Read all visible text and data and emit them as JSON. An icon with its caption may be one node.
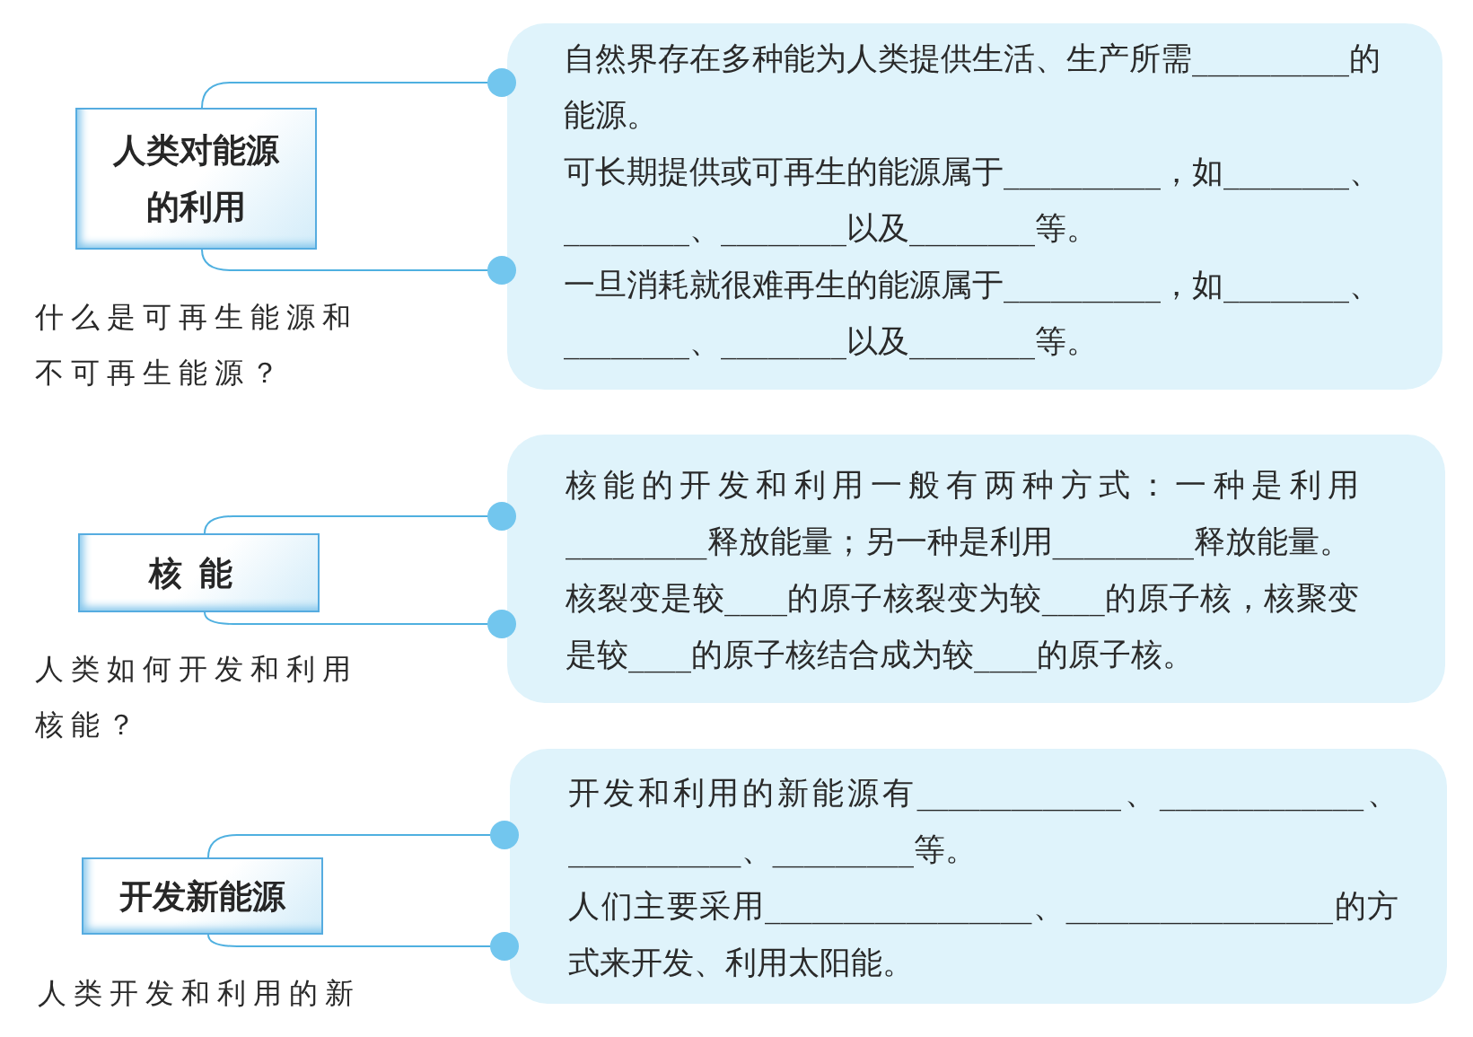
{
  "diagram": {
    "nodes": [
      {
        "text": [
          "人类对能源的利用"
        ],
        "beside": [
          "什么是可再生能源和不可再生能源？"
        ]
      },
      {
        "text": [
          "自然界存在多种能为人类提供生活、生产所需__________的能源。",
          "可长期提供或可再生的能源属于__________，如________、________、________以及________等。",
          "一旦消耗就很难再生的能源属于__________，如________、________、________以及________等。"
        ]
      },
      {
        "text": [
          "核能"
        ],
        "beside": [
          "人类如何开发和利用核能？"
        ]
      },
      {
        "text": [
          "核能的开发和利用一般有两种方式：一种是利用_________释放能量；另一种是利用_________释放能量。",
          "核裂变是较____的原子核裂变为较____的原子核，核聚变是较____的原子核结合成为较____的原子核。"
        ]
      },
      {
        "text": [
          "开发新能源"
        ],
        "beside": [
          "人类开发和利用的新"
        ]
      },
      {
        "text": [
          "开发和利用的新能源有_____________、_____________、___________、_________等。",
          "人们主要采用_________________、_________________的方式来开发、利用太阳能。"
        ]
      }
    ],
    "edges": [
      {
        "from": 0,
        "to": 1,
        "arrow": "other"
      },
      {
        "from": 0,
        "to": 1,
        "arrow": "other"
      },
      {
        "from": 2,
        "to": 3,
        "arrow": "other"
      },
      {
        "from": 2,
        "to": 3,
        "arrow": "other"
      },
      {
        "from": 4,
        "to": 5,
        "arrow": "other"
      },
      {
        "from": 4,
        "to": 5,
        "arrow": "other"
      }
    ]
  }
}
